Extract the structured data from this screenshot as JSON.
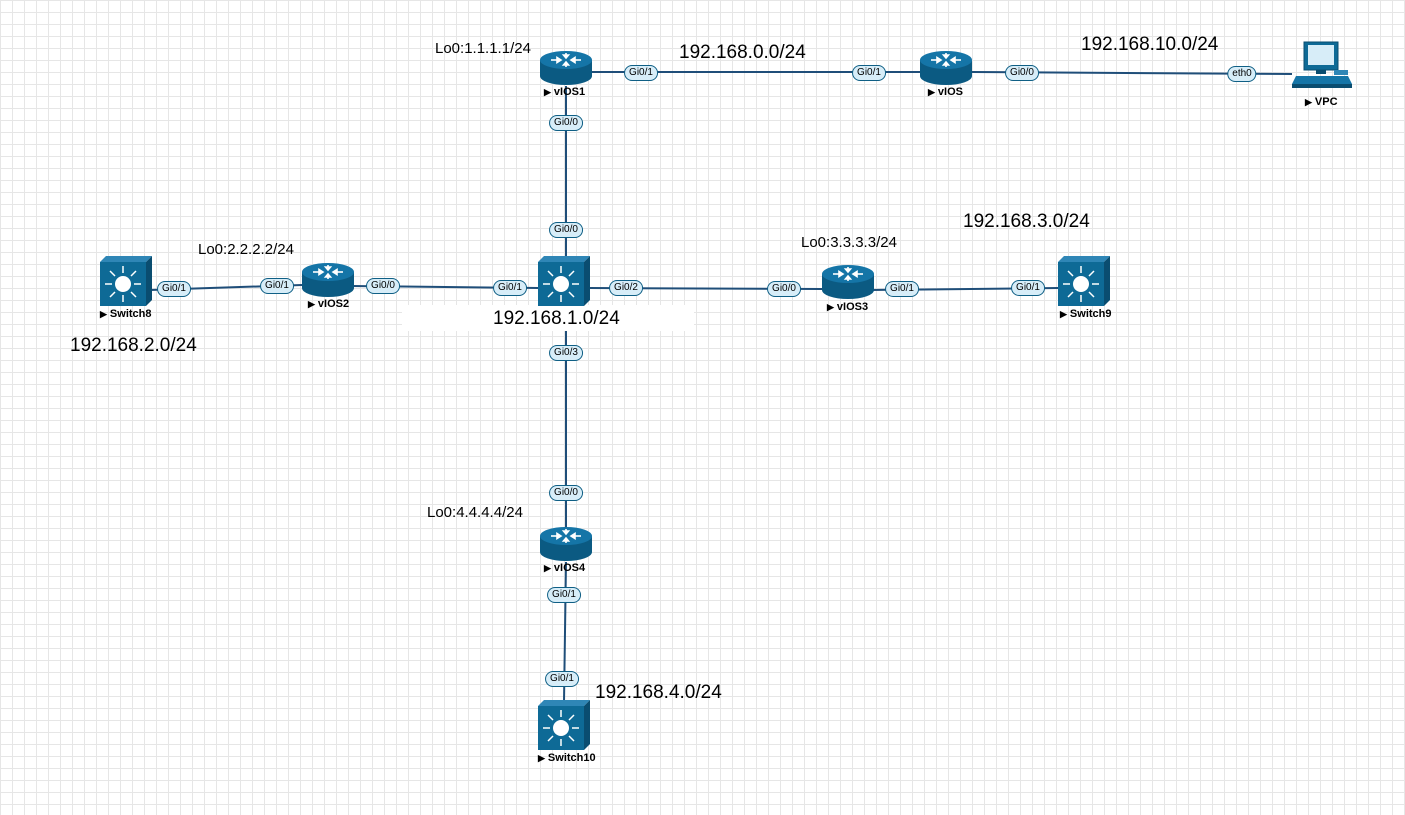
{
  "networks": {
    "net_0": "192.168.0.0/24",
    "net_10": "192.168.10.0/24",
    "net_1": "192.168.1.0/24",
    "net_2": "192.168.2.0/24",
    "net_3": "192.168.3.0/24",
    "net_4": "192.168.4.0/24"
  },
  "loopbacks": {
    "vios1": "Lo0:1.1.1.1/24",
    "vios2": "Lo0:2.2.2.2/24",
    "vios3": "Lo0:3.3.3.3/24",
    "vios4": "Lo0:4.4.4.4/24"
  },
  "nodes": {
    "vios1": "vIOS1",
    "vios": "vIOS",
    "vpc": "VPC",
    "vios2": "vIOS2",
    "vios3": "vIOS3",
    "vios4": "vIOS4",
    "switch8": "Switch8",
    "switch9": "Switch9",
    "switch10": "Switch10"
  },
  "ports": {
    "vios1_gi01": "Gi0/1",
    "vios_gi01": "Gi0/1",
    "vios_gi00": "Gi0/0",
    "vpc_eth0": "eth0",
    "vios1_gi00": "Gi0/0",
    "core_gi00": "Gi0/0",
    "switch8_gi01": "Gi0/1",
    "vios2_gi01": "Gi0/1",
    "vios2_gi00": "Gi0/0",
    "core_gi01": "Gi0/1",
    "core_gi02": "Gi0/2",
    "vios3_gi00": "Gi0/0",
    "vios3_gi01": "Gi0/1",
    "switch9_gi01": "Gi0/1",
    "core_gi03": "Gi0/3",
    "vios4_gi00": "Gi0/0",
    "vios4_gi01": "Gi0/1",
    "switch10_gi01": "Gi0/1"
  },
  "colors": {
    "device_fill": "#0e6a96",
    "link": "#1f4e79",
    "port_fill": "#d7edf8"
  },
  "icons": {
    "router": "router-icon",
    "switch": "multilayer-switch-icon",
    "pc": "pc-icon"
  }
}
